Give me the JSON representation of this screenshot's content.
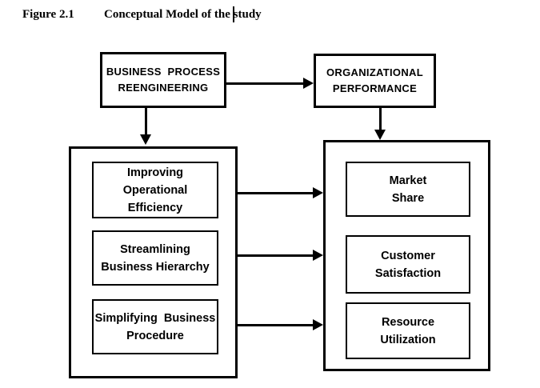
{
  "figure": {
    "label": "Figure 2.1",
    "title": "Conceptual Model of the study"
  },
  "colors": {
    "ink": "#000000",
    "paper": "#ffffff"
  },
  "diagram": {
    "top_row": {
      "bpr_box": {
        "line1": "BUSINESS  PROCESS",
        "line2": "REENGINEERING"
      },
      "op_box": {
        "line1": "ORGANIZATIONAL",
        "line2": "PERFORMANCE"
      }
    },
    "left_group": {
      "box1": {
        "line1": "Improving",
        "line2": "Operational",
        "line3": "Efficiency"
      },
      "box2": {
        "line1": "Streamlining",
        "line2": "Business Hierarchy"
      },
      "box3": {
        "line1": "Simplifying  Business",
        "line2": "Procedure"
      }
    },
    "right_group": {
      "box1": {
        "line1": "Market",
        "line2": "Share"
      },
      "box2": {
        "line1": "Customer",
        "line2": "Satisfaction"
      },
      "box3": {
        "line1": "Resource",
        "line2": "Utilization"
      }
    },
    "connections": [
      {
        "from": "business-process-reengineering",
        "to": "organizational-performance"
      },
      {
        "from": "business-process-reengineering",
        "to": "left-group-container"
      },
      {
        "from": "organizational-performance",
        "to": "right-group-container"
      },
      {
        "from": "improving-operational-efficiency",
        "to": "market-share"
      },
      {
        "from": "streamlining-business-hierarchy",
        "to": "customer-satisfaction"
      },
      {
        "from": "simplifying-business-procedure",
        "to": "resource-utilization"
      }
    ]
  }
}
